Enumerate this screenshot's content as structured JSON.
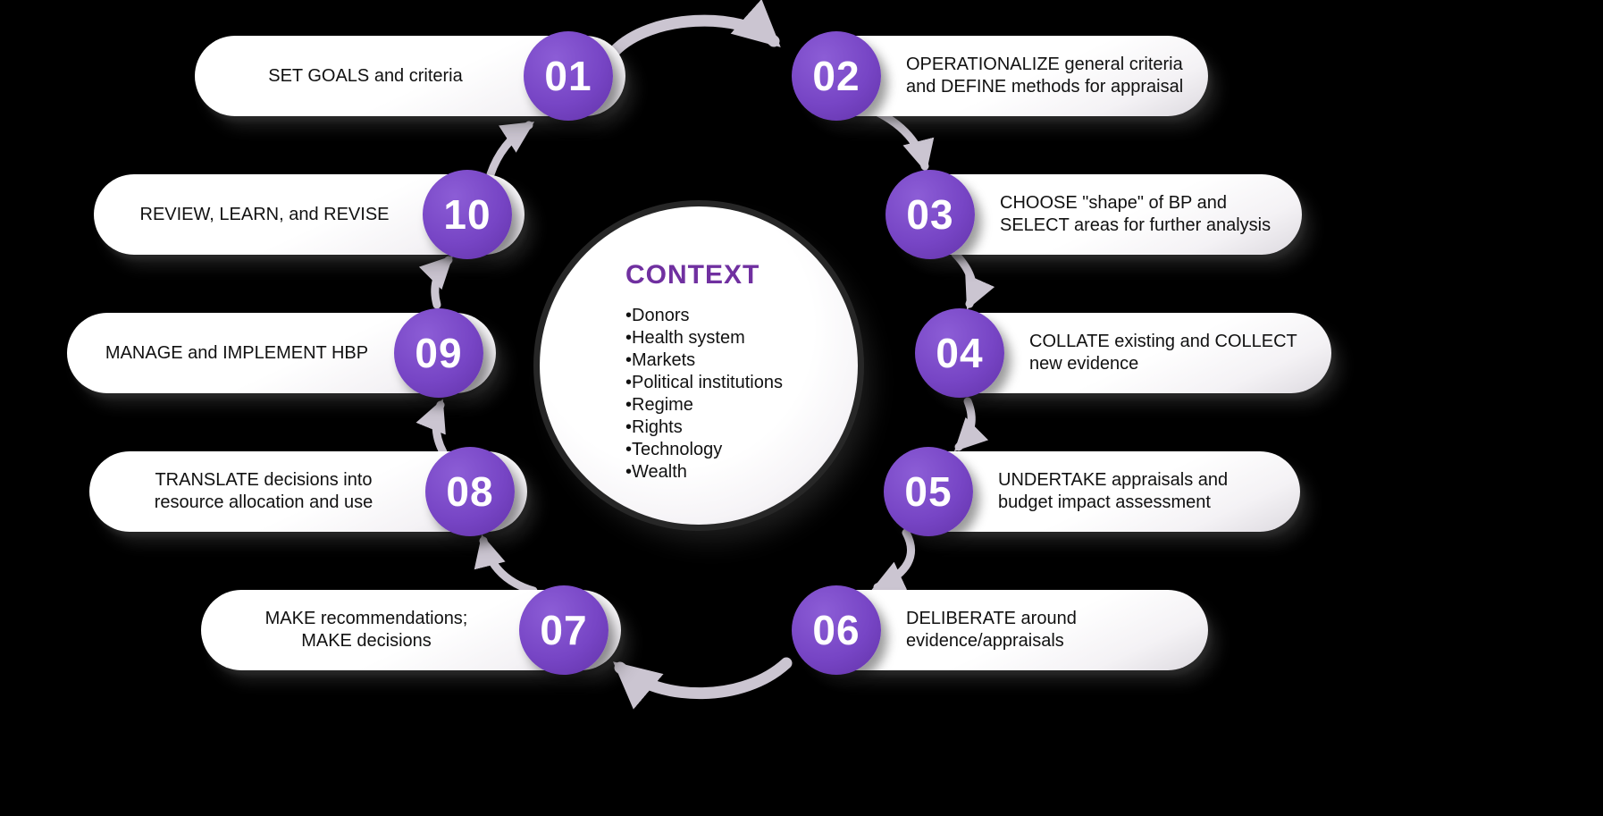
{
  "colors": {
    "background": "#000000",
    "accent": "#7745C5",
    "heading": "#7030A0",
    "arrow": "#CBC5D1",
    "pill": "#FFFFFF",
    "text": "#111111"
  },
  "center": {
    "title": "CONTEXT",
    "items": [
      "Donors",
      "Health system",
      "Markets",
      "Political institutions",
      "Regime",
      "Rights",
      "Technology",
      "Wealth"
    ]
  },
  "steps": [
    {
      "number": "01",
      "label": "SET GOALS and criteria"
    },
    {
      "number": "02",
      "label": "OPERATIONALIZE general criteria and DEFINE methods for appraisal"
    },
    {
      "number": "03",
      "label": "CHOOSE \"shape\" of BP and SELECT areas for further analysis"
    },
    {
      "number": "04",
      "label": "COLLATE existing and COLLECT new evidence"
    },
    {
      "number": "05",
      "label": "UNDERTAKE appraisals and budget impact assessment"
    },
    {
      "number": "06",
      "label": "DELIBERATE around evidence/appraisals"
    },
    {
      "number": "07",
      "label": "MAKE recommendations; MAKE decisions"
    },
    {
      "number": "08",
      "label": "TRANSLATE decisions into resource allocation and use"
    },
    {
      "number": "09",
      "label": "MANAGE and IMPLEMENT HBP"
    },
    {
      "number": "10",
      "label": "REVIEW, LEARN, and REVISE"
    }
  ]
}
